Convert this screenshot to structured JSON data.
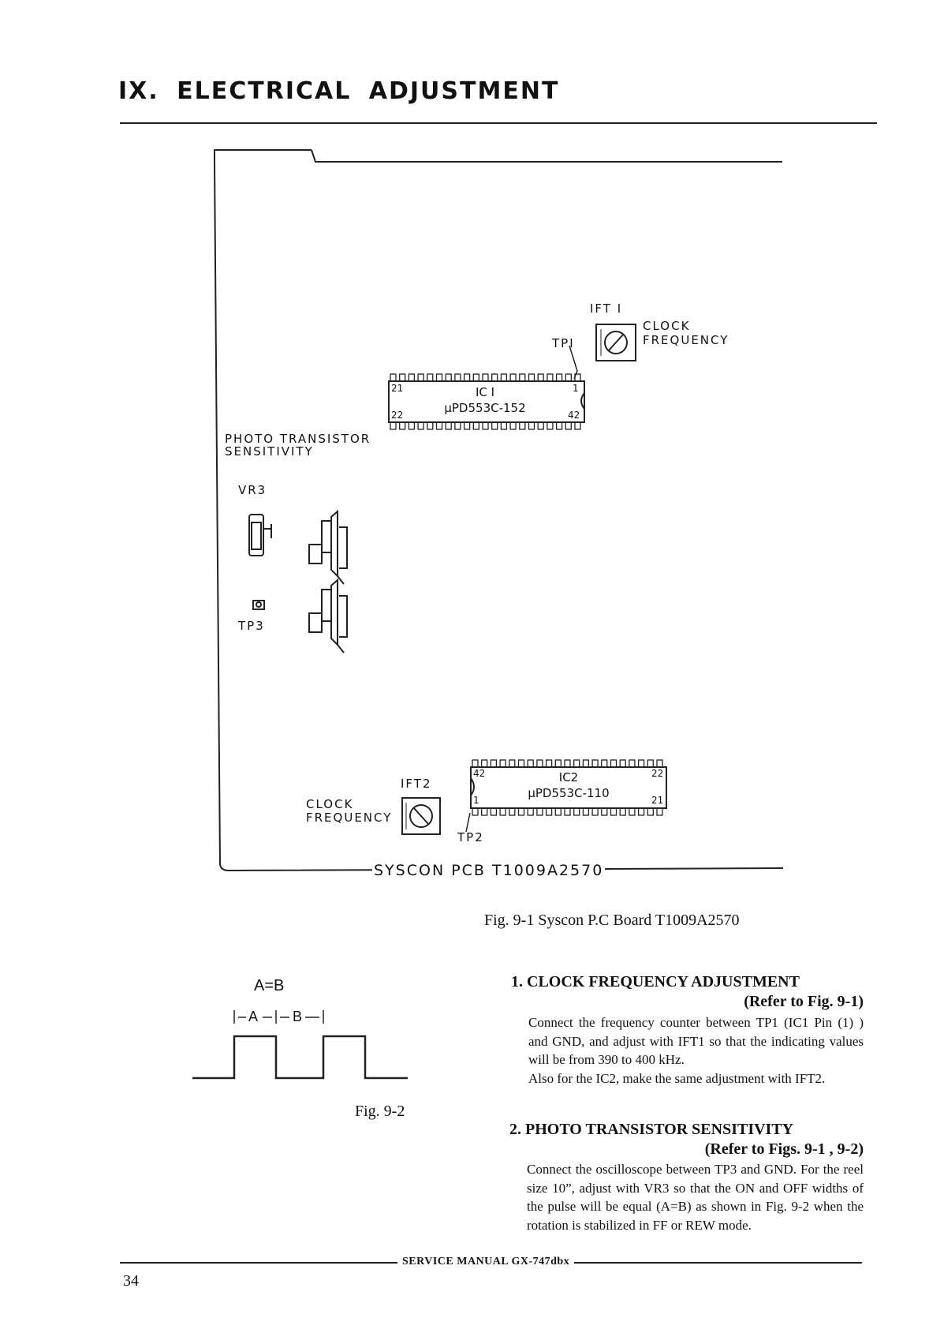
{
  "header": {
    "section_title": "IX.  ELECTRICAL  ADJUSTMENT"
  },
  "board": {
    "ift1": "IFT I",
    "tp1": "TPI",
    "clock_freq_top": [
      "CLOCK",
      "FREQUENCY"
    ],
    "ic1": {
      "name": "IC I",
      "part": "μPD553C-152",
      "pins": {
        "top_left": "21",
        "top_right": "1",
        "bottom_left": "22",
        "bottom_right": "42"
      }
    },
    "photo_label": [
      "PHOTO  TRANSISTOR",
      "SENSITIVITY"
    ],
    "vr3": "VR3",
    "tp3": "TP3",
    "ift2": "IFT2",
    "clock_freq_bottom": [
      "CLOCK",
      "FREQUENCY"
    ],
    "ic2": {
      "name": "IC2",
      "part": "μPD553C-110",
      "pins": {
        "top_left": "42",
        "top_right": "22",
        "bottom_left": "1",
        "bottom_right": "21"
      }
    },
    "tp2": "TP2",
    "pcb_name": "SYSCON  PCB  T1009A2570"
  },
  "fig1_caption": "Fig.  9-1  Syscon P.C Board T1009A2570",
  "fig2": {
    "equation": "A=B",
    "label_a": "A",
    "label_b": "B",
    "caption": "Fig.  9-2"
  },
  "sections": [
    {
      "title": "1. CLOCK  FREQUENCY  ADJUSTMENT",
      "ref": "(Refer to Fig. 9-1)",
      "paragraphs": [
        "Connect the frequency counter between TP1 (IC1 Pin (1) ) and GND, and adjust with IFT1 so that the indicating values will be from 390 to 400 kHz.",
        "Also for the IC2, make the same adjustment with IFT2."
      ]
    },
    {
      "title": "2. PHOTO TRANSISTOR SENSITIVITY",
      "ref": "(Refer to Figs. 9-1 , 9-2)",
      "paragraphs": [
        "Connect the oscilloscope between TP3 and GND. For the reel size 10”, adjust with VR3 so that the ON and OFF widths of the pulse will be equal (A=B) as shown in Fig. 9-2 when the rotation is stabilized in FF or REW mode."
      ]
    }
  ],
  "footer": {
    "manual": "SERVICE MANUAL GX-747dbx",
    "page_number": "34"
  }
}
